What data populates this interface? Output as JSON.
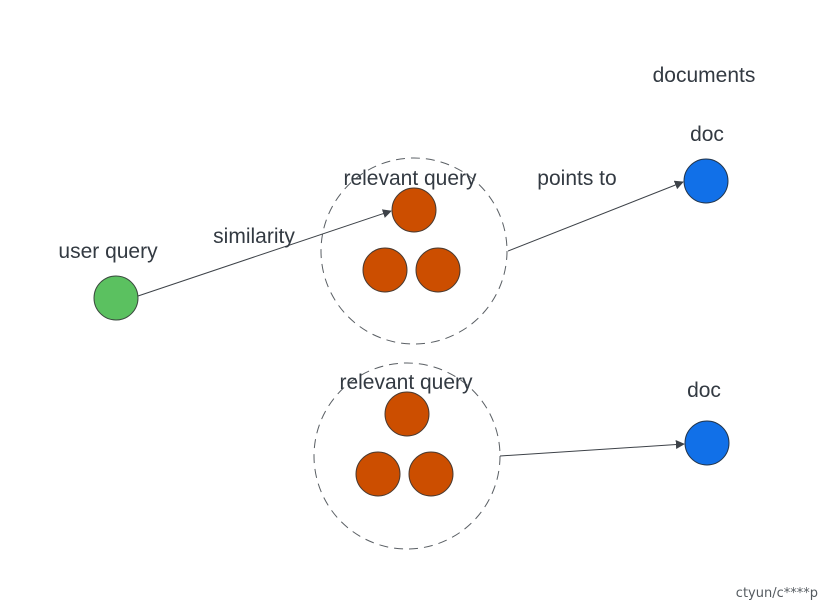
{
  "labels": {
    "documents": "documents",
    "doc_top": "doc",
    "doc_bottom": "doc",
    "points_to": "points to",
    "similarity": "similarity",
    "user_query": "user query",
    "relevant_query_top": "relevant query",
    "relevant_query_bottom": "relevant query"
  },
  "watermark": "ctyun/c****p",
  "colors": {
    "user_query_node": "#5bc160",
    "query_node": "#cc4e00",
    "doc_node": "#1170e8",
    "line": "#3d4248",
    "text": "#333a42"
  }
}
